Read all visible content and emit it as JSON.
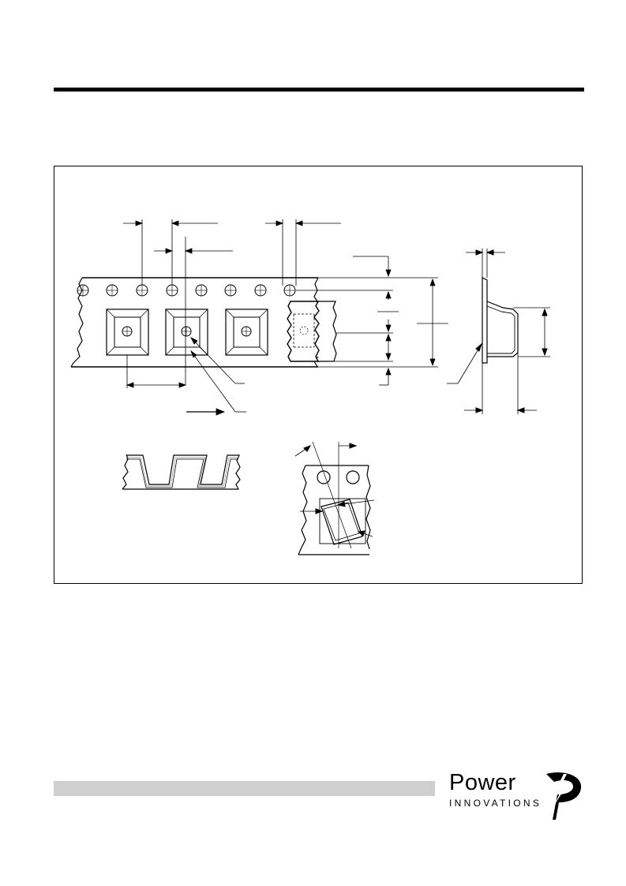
{
  "document": {
    "figure": {
      "name": "carrier-tape-drawing",
      "icons": [
        "carrier-tape-top-view",
        "carrier-tape-side-section",
        "cover-tape-profile",
        "component-rotation-detail"
      ]
    }
  },
  "footer": {
    "logo": {
      "word": "Power",
      "subword": "INNOVATIONS",
      "mark_icon": "lightning-p-logo-icon"
    }
  },
  "colors": {
    "ink": "#000000",
    "footer_bar": "#cfcfcf",
    "background": "#ffffff"
  }
}
